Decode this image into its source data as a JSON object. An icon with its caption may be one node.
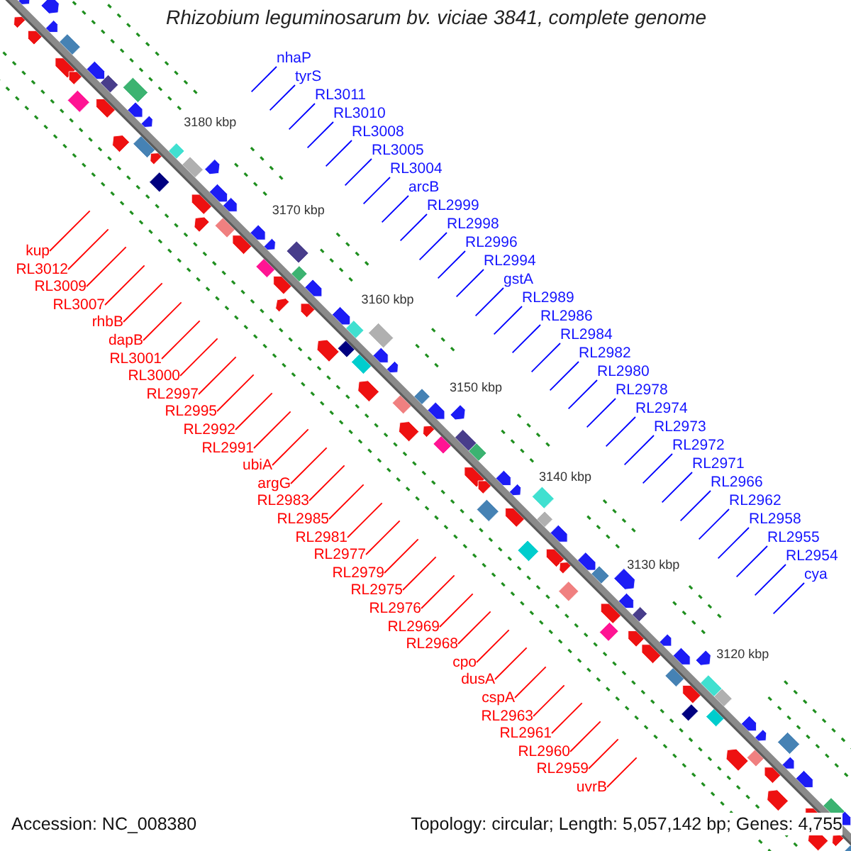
{
  "diagram": {
    "title": "Rhizobium leguminosarum bv. viciae 3841, complete genome",
    "nodes": [
      {
        "text": [
          "nhaP"
        ]
      },
      {
        "text": [
          "tyrS"
        ]
      },
      {
        "text": [
          "RL3011"
        ]
      },
      {
        "text": [
          "RL3010"
        ]
      },
      {
        "text": [
          "RL3008"
        ]
      },
      {
        "text": [
          "RL3005"
        ]
      },
      {
        "text": [
          "RL3004"
        ]
      },
      {
        "text": [
          "arcB"
        ]
      },
      {
        "text": [
          "RL2999"
        ]
      },
      {
        "text": [
          "RL2998"
        ]
      },
      {
        "text": [
          "RL2996"
        ]
      },
      {
        "text": [
          "RL2994"
        ]
      },
      {
        "text": [
          "gstA"
        ]
      },
      {
        "text": [
          "RL2989"
        ]
      },
      {
        "text": [
          "RL2986"
        ]
      },
      {
        "text": [
          "RL2984"
        ]
      },
      {
        "text": [
          "RL2982"
        ]
      },
      {
        "text": [
          "RL2980"
        ]
      },
      {
        "text": [
          "RL2978"
        ]
      },
      {
        "text": [
          "RL2974"
        ]
      },
      {
        "text": [
          "RL2973"
        ]
      },
      {
        "text": [
          "RL2972"
        ]
      },
      {
        "text": [
          "RL2971"
        ]
      },
      {
        "text": [
          "RL2966"
        ]
      },
      {
        "text": [
          "RL2962"
        ]
      },
      {
        "text": [
          "RL2958"
        ]
      },
      {
        "text": [
          "RL2955"
        ]
      },
      {
        "text": [
          "RL2954"
        ]
      },
      {
        "text": [
          "cya"
        ]
      },
      {
        "text": [
          "kup"
        ]
      },
      {
        "text": [
          "RL3012"
        ]
      },
      {
        "text": [
          "RL3009"
        ]
      },
      {
        "text": [
          "RL3007"
        ]
      },
      {
        "text": [
          "rhbB"
        ]
      },
      {
        "text": [
          "dapB"
        ]
      },
      {
        "text": [
          "RL3001"
        ]
      },
      {
        "text": [
          "RL3000"
        ]
      },
      {
        "text": [
          "RL2997"
        ]
      },
      {
        "text": [
          "RL2995"
        ]
      },
      {
        "text": [
          "RL2992"
        ]
      },
      {
        "text": [
          "RL2991"
        ]
      },
      {
        "text": [
          "ubiA"
        ]
      },
      {
        "text": [
          "argG"
        ]
      },
      {
        "text": [
          "RL2983"
        ]
      },
      {
        "text": [
          "RL2985"
        ]
      },
      {
        "text": [
          "RL2981"
        ]
      },
      {
        "text": [
          "RL2977"
        ]
      },
      {
        "text": [
          "RL2979"
        ]
      },
      {
        "text": [
          "RL2975"
        ]
      },
      {
        "text": [
          "RL2976"
        ]
      },
      {
        "text": [
          "RL2969"
        ]
      },
      {
        "text": [
          "RL2968"
        ]
      },
      {
        "text": [
          "cpo"
        ]
      },
      {
        "text": [
          "dusA"
        ]
      },
      {
        "text": [
          "cspA"
        ]
      },
      {
        "text": [
          "RL2963"
        ]
      },
      {
        "text": [
          "RL2961"
        ]
      },
      {
        "text": [
          "RL2960"
        ]
      },
      {
        "text": [
          "RL2959"
        ]
      },
      {
        "text": [
          "uvrB"
        ]
      }
    ],
    "edges": [
      {
        "from": 0,
        "to": null,
        "arrow": "none",
        "color": "#0000ff"
      },
      {
        "from": 1,
        "to": null,
        "arrow": "none",
        "color": "#0000ff"
      },
      {
        "from": 2,
        "to": null,
        "arrow": "none",
        "color": "#0000ff"
      },
      {
        "from": 3,
        "to": null,
        "arrow": "none",
        "color": "#0000ff"
      },
      {
        "from": 4,
        "to": null,
        "arrow": "none",
        "color": "#0000ff"
      },
      {
        "from": 5,
        "to": null,
        "arrow": "none",
        "color": "#0000ff"
      },
      {
        "from": 6,
        "to": null,
        "arrow": "none",
        "color": "#0000ff"
      },
      {
        "from": 7,
        "to": null,
        "arrow": "none",
        "color": "#0000ff"
      },
      {
        "from": 8,
        "to": null,
        "arrow": "none",
        "color": "#0000ff"
      },
      {
        "from": 9,
        "to": null,
        "arrow": "none",
        "color": "#0000ff"
      },
      {
        "from": 10,
        "to": null,
        "arrow": "none",
        "color": "#0000ff"
      },
      {
        "from": 11,
        "to": null,
        "arrow": "none",
        "color": "#0000ff"
      },
      {
        "from": 12,
        "to": null,
        "arrow": "none",
        "color": "#0000ff"
      },
      {
        "from": 13,
        "to": null,
        "arrow": "none",
        "color": "#0000ff"
      },
      {
        "from": 14,
        "to": null,
        "arrow": "none",
        "color": "#0000ff"
      },
      {
        "from": 15,
        "to": null,
        "arrow": "none",
        "color": "#0000ff"
      },
      {
        "from": 16,
        "to": null,
        "arrow": "none",
        "color": "#0000ff"
      },
      {
        "from": 17,
        "to": null,
        "arrow": "none",
        "color": "#0000ff"
      },
      {
        "from": 18,
        "to": null,
        "arrow": "none",
        "color": "#0000ff"
      },
      {
        "from": 19,
        "to": null,
        "arrow": "none",
        "color": "#0000ff"
      },
      {
        "from": 20,
        "to": null,
        "arrow": "none",
        "color": "#0000ff"
      },
      {
        "from": 21,
        "to": null,
        "arrow": "none",
        "color": "#0000ff"
      },
      {
        "from": 22,
        "to": null,
        "arrow": "none",
        "color": "#0000ff"
      },
      {
        "from": 23,
        "to": null,
        "arrow": "none",
        "color": "#0000ff"
      },
      {
        "from": 24,
        "to": null,
        "arrow": "none",
        "color": "#0000ff"
      },
      {
        "from": 25,
        "to": null,
        "arrow": "none",
        "color": "#0000ff"
      },
      {
        "from": 26,
        "to": null,
        "arrow": "none",
        "color": "#0000ff"
      },
      {
        "from": 27,
        "to": null,
        "arrow": "none",
        "color": "#0000ff"
      },
      {
        "from": 28,
        "to": null,
        "arrow": "none",
        "color": "#0000ff"
      },
      {
        "from": 29,
        "to": null,
        "arrow": "none",
        "color": "#ff0000"
      },
      {
        "from": 30,
        "to": null,
        "arrow": "none",
        "color": "#ff0000"
      },
      {
        "from": 31,
        "to": null,
        "arrow": "none",
        "color": "#ff0000"
      },
      {
        "from": 32,
        "to": null,
        "arrow": "none",
        "color": "#ff0000"
      },
      {
        "from": 33,
        "to": null,
        "arrow": "none",
        "color": "#ff0000"
      },
      {
        "from": 34,
        "to": null,
        "arrow": "none",
        "color": "#ff0000"
      },
      {
        "from": 35,
        "to": null,
        "arrow": "none",
        "color": "#ff0000"
      },
      {
        "from": 36,
        "to": null,
        "arrow": "none",
        "color": "#ff0000"
      },
      {
        "from": 37,
        "to": null,
        "arrow": "none",
        "color": "#ff0000"
      },
      {
        "from": 38,
        "to": null,
        "arrow": "none",
        "color": "#ff0000"
      },
      {
        "from": 39,
        "to": null,
        "arrow": "none",
        "color": "#ff0000"
      },
      {
        "from": 40,
        "to": null,
        "arrow": "none",
        "color": "#ff0000"
      },
      {
        "from": 41,
        "to": null,
        "arrow": "none",
        "color": "#ff0000"
      },
      {
        "from": 42,
        "to": null,
        "arrow": "none",
        "color": "#ff0000"
      },
      {
        "from": 43,
        "to": null,
        "arrow": "none",
        "color": "#ff0000"
      },
      {
        "from": 44,
        "to": null,
        "arrow": "none",
        "color": "#ff0000"
      },
      {
        "from": 45,
        "to": null,
        "arrow": "none",
        "color": "#ff0000"
      },
      {
        "from": 46,
        "to": null,
        "arrow": "none",
        "color": "#ff0000"
      },
      {
        "from": 47,
        "to": null,
        "arrow": "none",
        "color": "#ff0000"
      },
      {
        "from": 48,
        "to": null,
        "arrow": "none",
        "color": "#ff0000"
      },
      {
        "from": 49,
        "to": null,
        "arrow": "none",
        "color": "#ff0000"
      },
      {
        "from": 50,
        "to": null,
        "arrow": "none",
        "color": "#ff0000"
      },
      {
        "from": 51,
        "to": null,
        "arrow": "none",
        "color": "#ff0000"
      },
      {
        "from": 52,
        "to": null,
        "arrow": "none",
        "color": "#ff0000"
      },
      {
        "from": 53,
        "to": null,
        "arrow": "none",
        "color": "#ff0000"
      },
      {
        "from": 54,
        "to": null,
        "arrow": "none",
        "color": "#ff0000"
      },
      {
        "from": 55,
        "to": null,
        "arrow": "none",
        "color": "#ff0000"
      },
      {
        "from": 56,
        "to": null,
        "arrow": "none",
        "color": "#ff0000"
      },
      {
        "from": 57,
        "to": null,
        "arrow": "none",
        "color": "#ff0000"
      },
      {
        "from": 58,
        "to": null,
        "arrow": "none",
        "color": "#ff0000"
      },
      {
        "from": 59,
        "to": null,
        "arrow": "none",
        "color": "#ff0000"
      }
    ],
    "labels": [
      "3180 kbp",
      "3170 kbp",
      "3160 kbp",
      "3150 kbp",
      "3140 kbp",
      "3130 kbp",
      "3120 kbp",
      "Accession: NC_008380",
      "Topology: circular; Length: 5,057,142 bp; Genes: 4,755"
    ]
  }
}
